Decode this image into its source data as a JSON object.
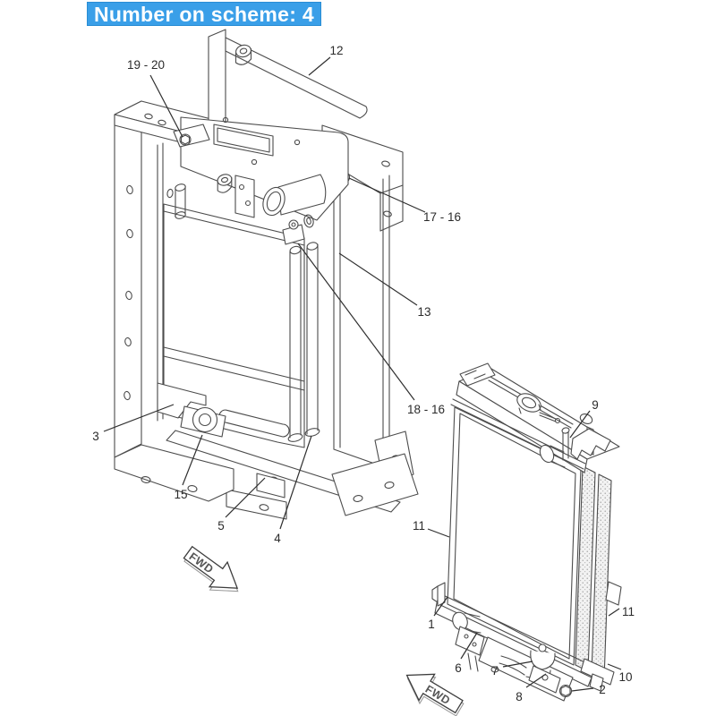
{
  "header": {
    "title": "Number on scheme: 4",
    "background_color": "#3a9fe8",
    "text_color": "#ffffff"
  },
  "diagram": {
    "type": "parts-diagram",
    "subject": "Radiator and mounting frame exploded parts diagram",
    "line_color": "#4c4c4c",
    "callouts": [
      {
        "id": "19-20",
        "label": "19 - 20"
      },
      {
        "id": "12",
        "label": "12"
      },
      {
        "id": "17-16",
        "label": "17 - 16"
      },
      {
        "id": "13",
        "label": "13"
      },
      {
        "id": "18-16",
        "label": "18 - 16"
      },
      {
        "id": "3",
        "label": "3"
      },
      {
        "id": "15",
        "label": "15"
      },
      {
        "id": "5",
        "label": "5"
      },
      {
        "id": "4",
        "label": "4"
      },
      {
        "id": "9",
        "label": "9"
      },
      {
        "id": "11-left",
        "label": "11"
      },
      {
        "id": "11-right",
        "label": "11"
      },
      {
        "id": "1",
        "label": "1"
      },
      {
        "id": "6",
        "label": "6"
      },
      {
        "id": "7",
        "label": "7"
      },
      {
        "id": "8",
        "label": "8"
      },
      {
        "id": "2",
        "label": "2"
      },
      {
        "id": "10",
        "label": "10"
      }
    ],
    "fwd_arrows": [
      {
        "label": "FWD",
        "direction": "down-right"
      },
      {
        "label": "FWD",
        "direction": "down-left"
      }
    ]
  }
}
